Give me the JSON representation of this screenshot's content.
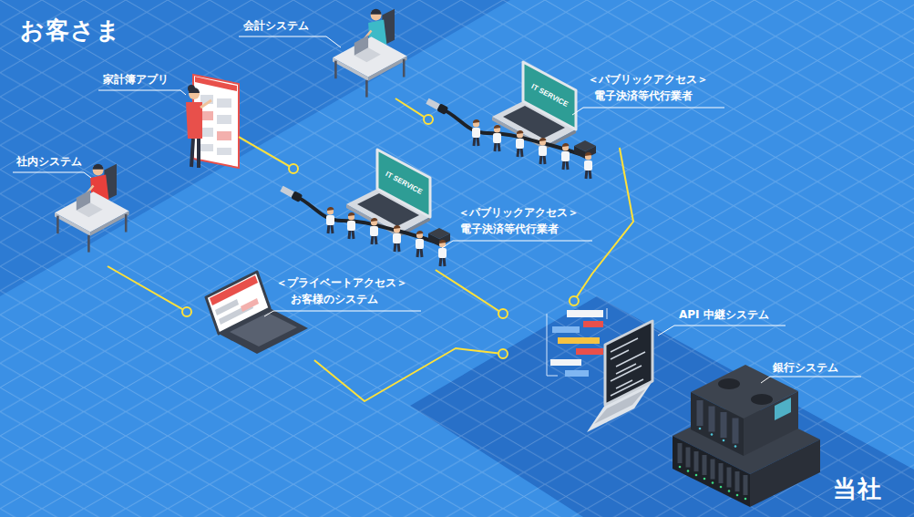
{
  "diagram": {
    "nodes": [
      {
        "text": [
          "会計システム"
        ]
      },
      {
        "text": [
          "家計簿アプリ"
        ]
      },
      {
        "text": [
          "＜パブリックアクセス＞",
          "電子決済等代行業者"
        ]
      },
      {
        "text": [
          "社内システム"
        ]
      },
      {
        "text": [
          "＜パブリックアクセス＞",
          "電子決済等代行業者"
        ]
      },
      {
        "text": [
          "＜プライベートアクセス＞",
          "お客様のシステム"
        ]
      },
      {
        "text": [
          "API 中継システム"
        ]
      },
      {
        "text": [
          "銀行システム"
        ]
      }
    ],
    "edges": [
      {
        "from": 0,
        "to": 2,
        "arrow": "none"
      },
      {
        "from": 2,
        "to": 6,
        "arrow": "none"
      },
      {
        "from": 1,
        "to": 4,
        "arrow": "none"
      },
      {
        "from": 4,
        "to": 6,
        "arrow": "none"
      },
      {
        "from": 3,
        "to": 5,
        "arrow": "none"
      },
      {
        "from": 5,
        "to": 6,
        "arrow": "none"
      }
    ],
    "labels": [
      "お客さま",
      "IT SERVICE",
      "IT SERVICE",
      "当社"
    ]
  }
}
